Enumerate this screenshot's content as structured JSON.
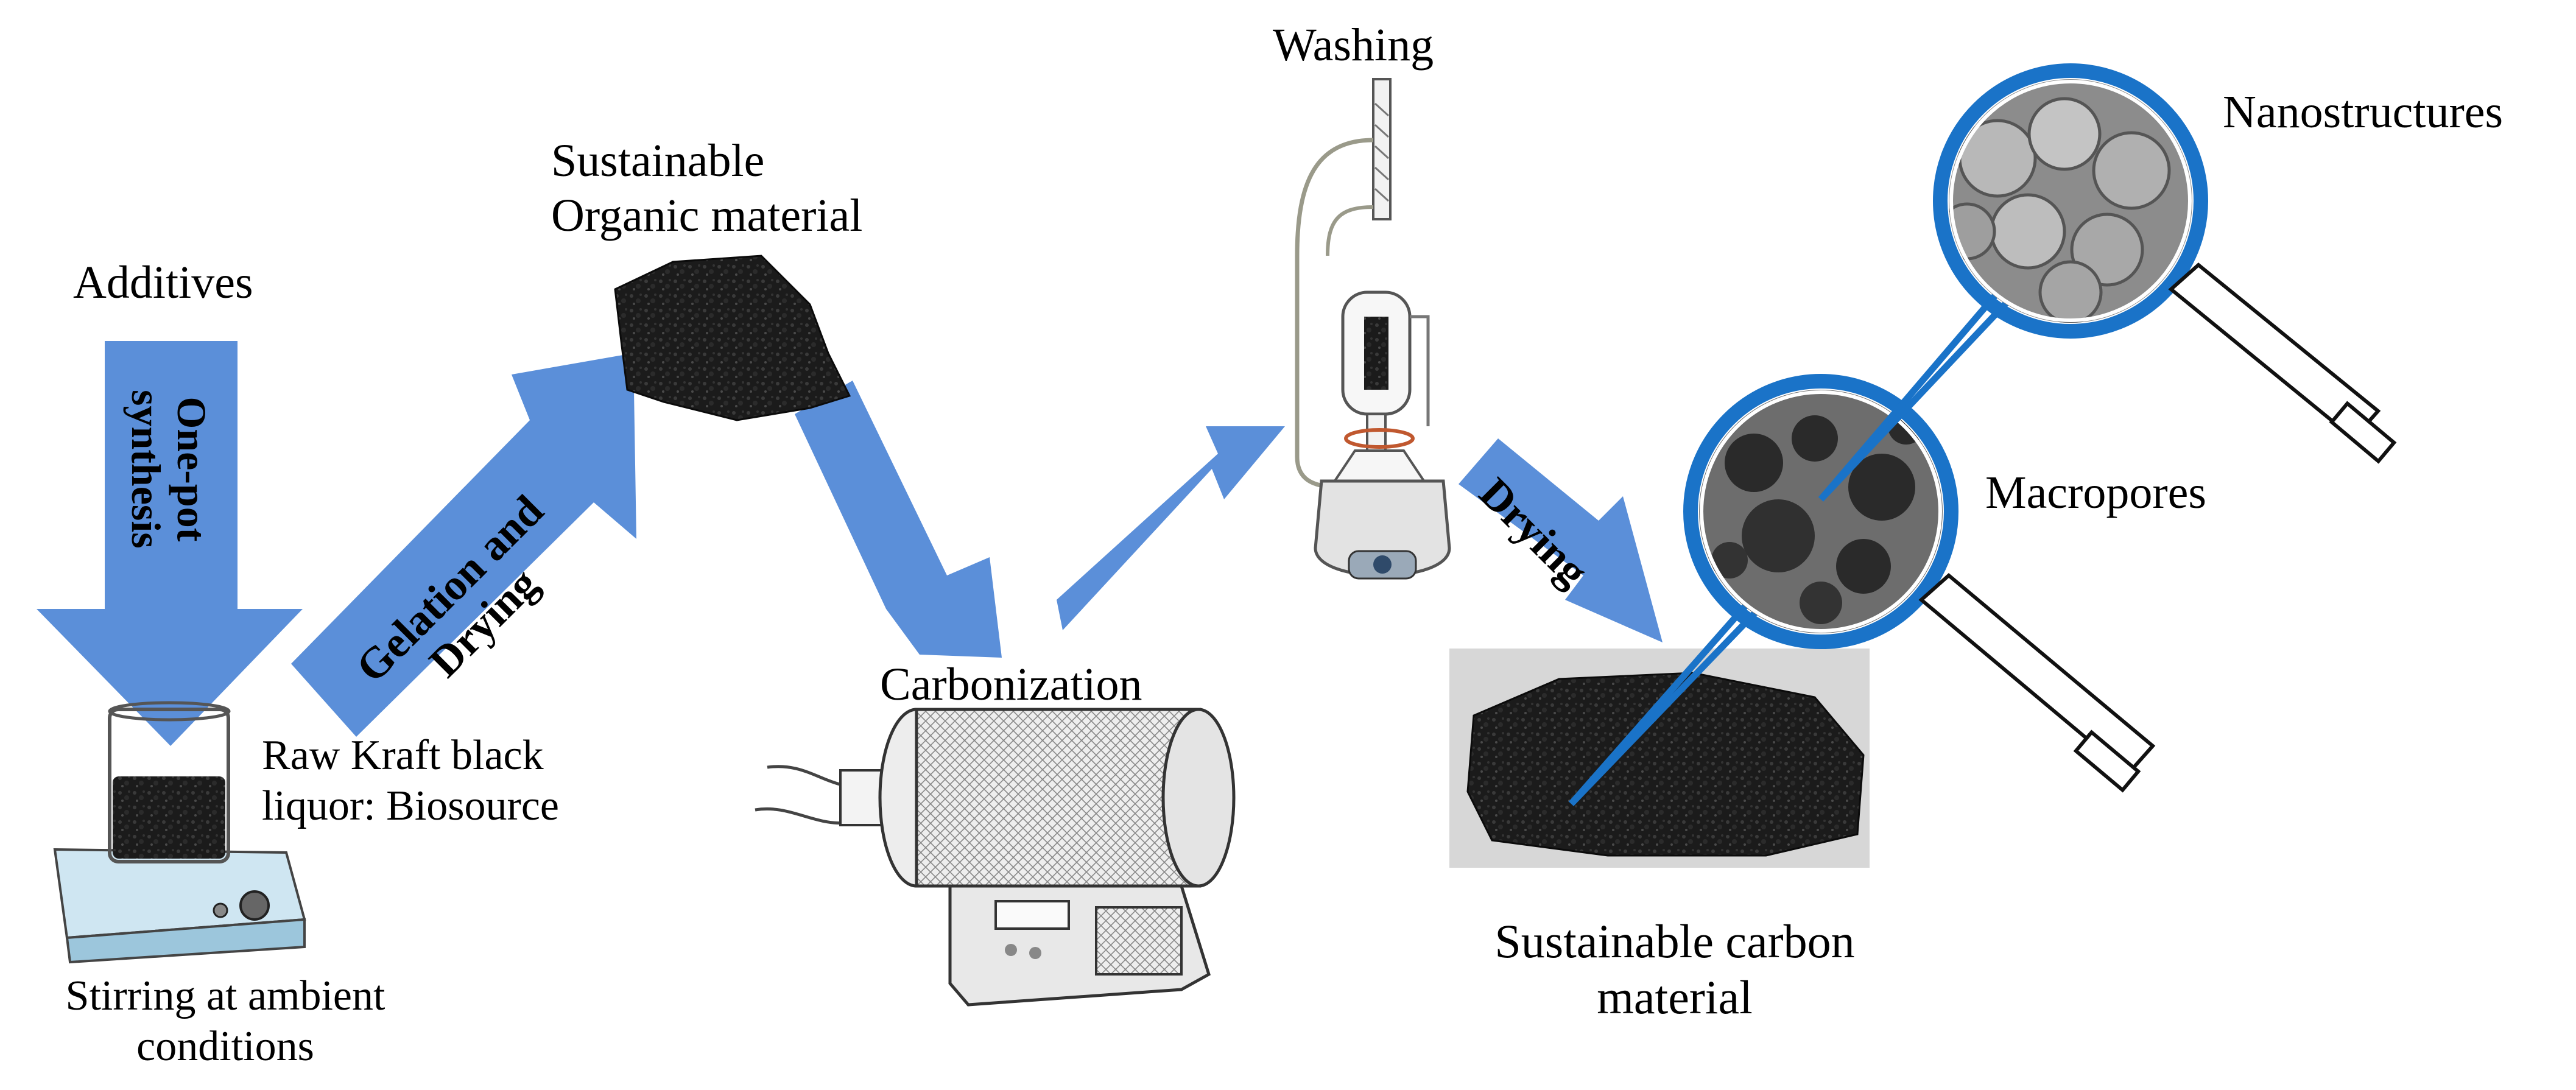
{
  "labels": {
    "additives": "Additives",
    "one_pot": "One-pot",
    "synthesis": "synthesis",
    "sustainable_organic_line1": "Sustainable",
    "sustainable_organic_line2": "Organic material",
    "gelation_line1": "Gelation and",
    "gelation_line2": "Drying",
    "raw_kraft_line1": "Raw Kraft black",
    "raw_kraft_line2": "liquor: Biosource",
    "stirring_line1": "Stirring at ambient",
    "stirring_line2": "conditions",
    "carbonization": "Carbonization",
    "washing": "Washing",
    "drying": "Drying",
    "nanostructures": "Nanostructures",
    "macropores": "Macropores",
    "sustainable_carbon_line1": "Sustainable carbon",
    "sustainable_carbon_line2": "material"
  },
  "colors": {
    "arrow": "#5b8fd9",
    "magnifier": "#1a73c8",
    "material": "#161616",
    "equipment": "#dfe3e8"
  },
  "icons": [
    "stirring-hotplate-icon",
    "tube-furnace-icon",
    "soxhlet-extractor-icon",
    "magnifier-icon"
  ]
}
